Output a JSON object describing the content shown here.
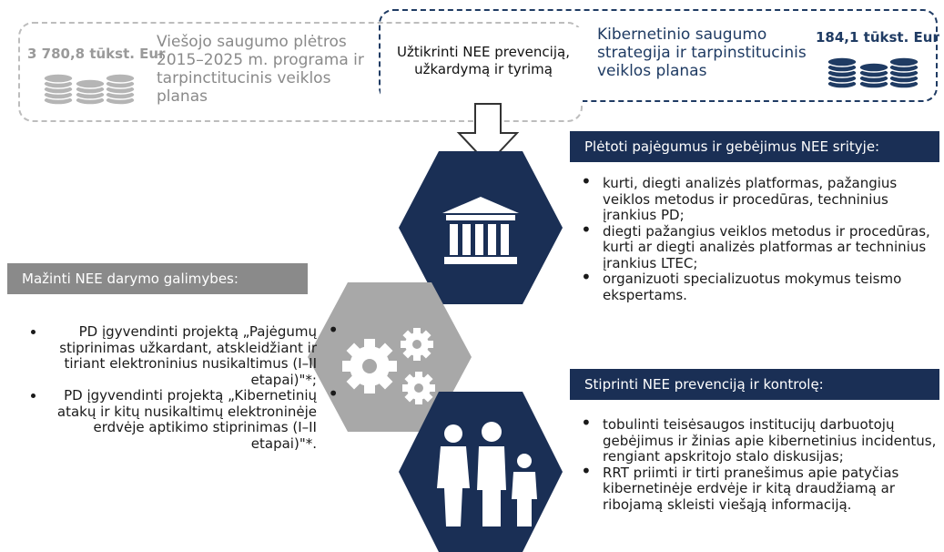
{
  "top": {
    "left_amount": "3 780,8 tūkst. Eur",
    "left_text": "Viešojo saugumo plėtros 2015–2025 m. programa ir tarpinctitucinis veiklos planas",
    "center_text": "Užtikrinti NEE prevenciją, užkardymą ir tyrimą",
    "right_text": "Kibernetinio saugumo strategija ir tarpinstitucinis veiklos planas",
    "right_amount": "184,1 tūkst. Eur"
  },
  "section1": {
    "title": "Plėtoti pajėgumus ir gebėjimus NEE srityje:",
    "bullets": [
      "kurti, diegti analizės platformas, pažangius veiklos metodus ir procedūras, techninius įrankius PD;",
      "diegti pažangius veiklos metodus ir procedūras, kurti ar diegti analizės platformas ar techninius įrankius LTEC;",
      "organizuoti specializuotus mokymus teismo ekspertams."
    ]
  },
  "section2": {
    "title": "Mažinti NEE darymo galimybes:",
    "bullets": [
      "PD įgyvendinti projektą „Pajėgumų stiprinimas užkardant, atskleidžiant ir tiriant elektroninius nusikaltimus (I–II etapai)\"*;",
      "PD įgyvendinti projektą „Kibernetinių atakų ir kitų nusikaltimų elektroninėje erdvėje aptikimo stiprinimas (I–II etapai)\"*."
    ]
  },
  "section3": {
    "title": "Stiprinti NEE prevenciją ir kontrolę:",
    "bullets": [
      "tobulinti teisėsaugos institucijų darbuotojų gebėjimus ir žinias apie kibernetinius incidentus, rengiant apskritojo stalo diskusijas;",
      "RRT priimti ir tirti pranešimus apie patyčias kibernetinėje erdvėje ir kitą draudžiamą ar ribojamą skleisti viešąją informaciją."
    ]
  },
  "colors": {
    "navy": "#1a2f55",
    "gray": "#8a8a8a",
    "hex_gray": "#a8a8a8"
  },
  "icons": [
    "coins-icon",
    "arrow-down-icon",
    "building-icon",
    "gears-icon",
    "family-icon"
  ]
}
